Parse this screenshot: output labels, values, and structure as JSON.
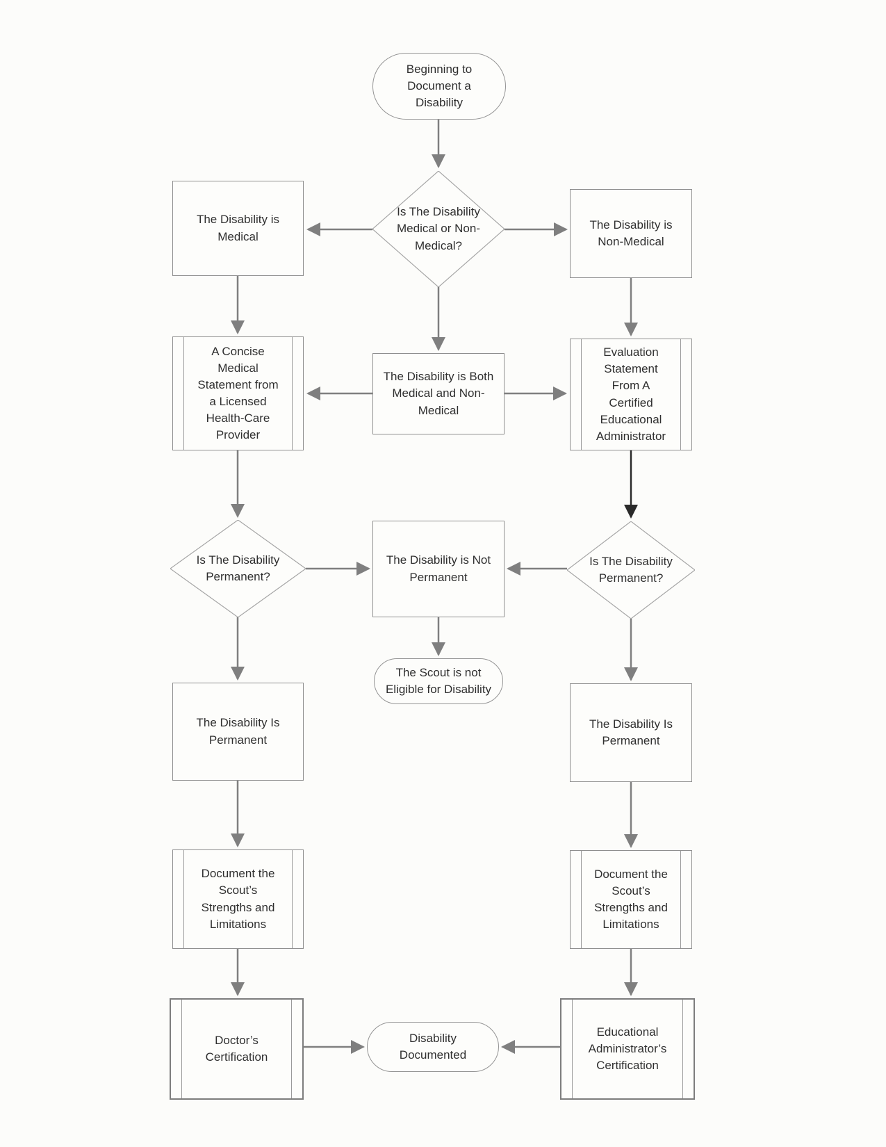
{
  "diagram": {
    "type": "flowchart",
    "nodes": {
      "start": {
        "shape": "terminator",
        "label": "Beginning to Document a Disability"
      },
      "q_medical": {
        "shape": "decision",
        "label": "Is The Disability Medical or Non-Medical?"
      },
      "medical": {
        "shape": "process",
        "label": "The Disability is Medical"
      },
      "non_medical": {
        "shape": "process",
        "label": "The Disability is Non-Medical"
      },
      "both": {
        "shape": "process",
        "label": "The Disability is Both Medical and Non-Medical"
      },
      "medical_statement": {
        "shape": "predefined-process",
        "label": "A Concise Medical Statement from a Licensed Health-Care Provider"
      },
      "eval_statement": {
        "shape": "predefined-process",
        "label": "Evaluation Statement From A Certified Educational Administrator"
      },
      "q_permanent_left": {
        "shape": "decision",
        "label": "Is The Disability Permanent?"
      },
      "not_permanent": {
        "shape": "process",
        "label": "The Disability is Not Permanent"
      },
      "q_permanent_right": {
        "shape": "decision",
        "label": "Is The Disability Permanent?"
      },
      "not_eligible": {
        "shape": "terminator",
        "label": "The Scout is not Eligible for Disability"
      },
      "permanent_left": {
        "shape": "process",
        "label": "The Disability Is Permanent"
      },
      "permanent_right": {
        "shape": "process",
        "label": "The Disability Is Permanent"
      },
      "document_left": {
        "shape": "predefined-process",
        "label": "Document the Scout’s Strengths and Limitations"
      },
      "document_right": {
        "shape": "predefined-process",
        "label": "Document the Scout’s Strengths and Limitations"
      },
      "doctor_cert": {
        "shape": "predefined-process",
        "label": "Doctor’s Certification"
      },
      "admin_cert": {
        "shape": "predefined-process",
        "label": "Educational Administrator’s Certification"
      },
      "documented": {
        "shape": "terminator",
        "label": "Disability Documented"
      }
    },
    "edges": [
      {
        "from": "start",
        "to": "q_medical"
      },
      {
        "from": "q_medical",
        "to": "medical"
      },
      {
        "from": "q_medical",
        "to": "non_medical"
      },
      {
        "from": "q_medical",
        "to": "both"
      },
      {
        "from": "medical",
        "to": "medical_statement"
      },
      {
        "from": "non_medical",
        "to": "eval_statement"
      },
      {
        "from": "both",
        "to": "medical_statement"
      },
      {
        "from": "both",
        "to": "eval_statement"
      },
      {
        "from": "medical_statement",
        "to": "q_permanent_left"
      },
      {
        "from": "eval_statement",
        "to": "q_permanent_right",
        "emphasis": true
      },
      {
        "from": "q_permanent_left",
        "to": "not_permanent"
      },
      {
        "from": "q_permanent_right",
        "to": "not_permanent"
      },
      {
        "from": "not_permanent",
        "to": "not_eligible"
      },
      {
        "from": "q_permanent_left",
        "to": "permanent_left"
      },
      {
        "from": "q_permanent_right",
        "to": "permanent_right"
      },
      {
        "from": "permanent_left",
        "to": "document_left"
      },
      {
        "from": "permanent_right",
        "to": "document_right"
      },
      {
        "from": "document_left",
        "to": "doctor_cert"
      },
      {
        "from": "document_right",
        "to": "admin_cert"
      },
      {
        "from": "doctor_cert",
        "to": "documented"
      },
      {
        "from": "admin_cert",
        "to": "documented"
      }
    ],
    "colors": {
      "connector": "#7f7f7f",
      "connector_emphasis": "#2a2a2a",
      "node_border": "#8f8f8f",
      "text": "#2f2f2f",
      "paper": "#fcfcfa"
    }
  }
}
